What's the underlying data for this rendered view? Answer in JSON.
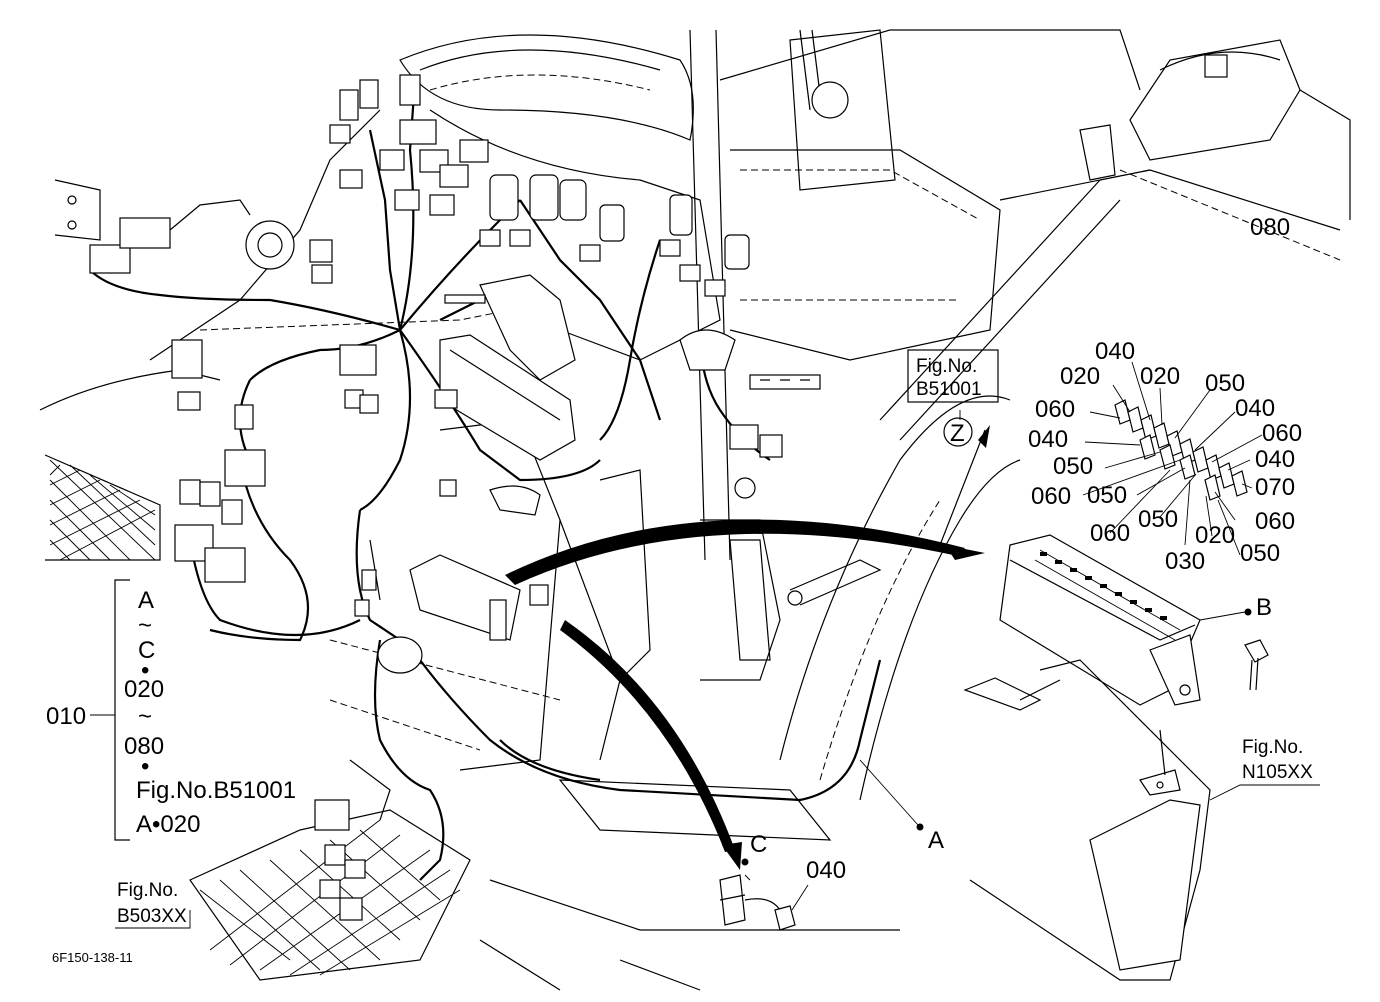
{
  "labels": {
    "part_080": "080",
    "fig_b51001_line1": "Fig.No.",
    "fig_b51001_line2": "B51001",
    "view_z": "Z",
    "fuse_labels": [
      "040",
      "020",
      "020",
      "050",
      "060",
      "040",
      "040",
      "060",
      "050",
      "040",
      "060",
      "050",
      "070",
      "060",
      "050",
      "020",
      "060",
      "030",
      "050"
    ],
    "point_b": "B",
    "fig_n105xx_line1": "Fig.No.",
    "fig_n105xx_line2": "N105XX",
    "point_a": "A",
    "point_c": "C",
    "part_040_bottom": "040",
    "part_010": "010",
    "bracket_lines": [
      "A",
      "~",
      "C",
      "•",
      "020",
      "~",
      "080",
      "•",
      "Fig.No.B51001",
      "A•020"
    ],
    "fig_b503xx_line1": "Fig.No.",
    "fig_b503xx_line2": "B503XX",
    "drawing_id": "6F150-138-11"
  }
}
